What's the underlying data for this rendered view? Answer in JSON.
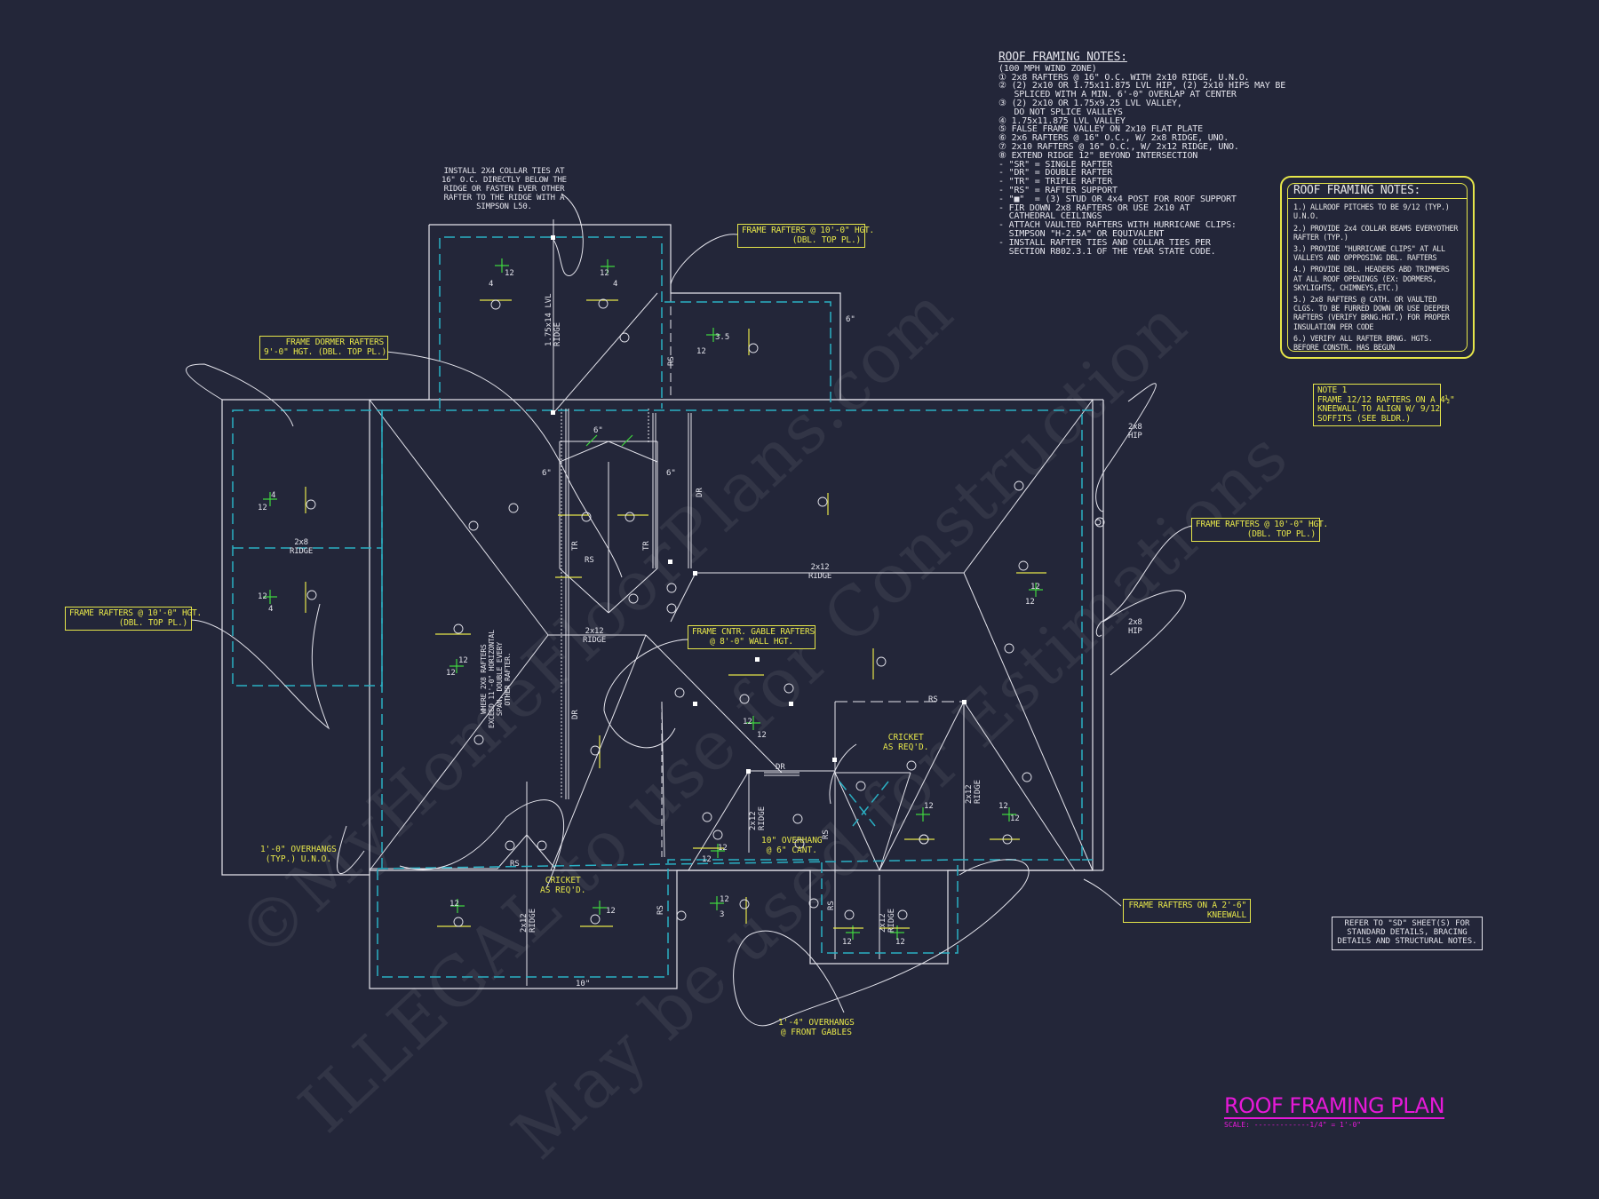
{
  "drawing": {
    "title": "ROOF FRAMING PLAN",
    "scale": "SCALE: -------------1/4\" = 1'-0\"",
    "watermarks": [
      "©MyHomeFloorPlans.com",
      "ILLEGAL to use for Construction",
      "May be used for Estimations"
    ]
  },
  "notes_main": {
    "title": "ROOF FRAMING NOTES:",
    "lines": [
      "(100 MPH WIND ZONE)",
      "① 2x8 RAFTERS @ 16\" O.C. WITH 2x10 RIDGE, U.N.O.",
      "② (2) 2x10 OR 1.75x11.875 LVL HIP, (2) 2x10 HIPS MAY BE",
      "   SPLICED WITH A MIN. 6'-0\" OVERLAP AT CENTER",
      "③ (2) 2x10 OR 1.75x9.25 LVL VALLEY,",
      "   DO NOT SPLICE VALLEYS",
      "④ 1.75x11.875 LVL VALLEY",
      "⑤ FALSE FRAME VALLEY ON 2x10 FLAT PLATE",
      "⑥ 2x6 RAFTERS @ 16\" O.C., W/ 2x8 RIDGE, UNO.",
      "⑦ 2x10 RAFTERS @ 16\" O.C., W/ 2x12 RIDGE, UNO.",
      "⑧ EXTEND RIDGE 12\" BEYOND INTERSECTION",
      "- \"SR\" = SINGLE RAFTER",
      "- \"DR\" = DOUBLE RAFTER",
      "- \"TR\" = TRIPLE RAFTER",
      "- \"RS\" = RAFTER SUPPORT",
      "- \"■\"  = (3) STUD OR 4x4 POST FOR ROOF SUPPORT",
      "- FIR DOWN 2x8 RAFTERS OR USE 2x10 AT",
      "  CATHEDRAL CEILINGS",
      "- ATTACH VAULTED RAFTERS WITH HURRICANE CLIPS:",
      "  SIMPSON \"H-2.5A\" OR EQUIVALENT",
      "- INSTALL RAFTER TIES AND COLLAR TIES PER",
      "  SECTION R802.3.1 OF THE YEAR STATE CODE."
    ]
  },
  "notes_box": {
    "title": "ROOF FRAMING NOTES:",
    "items": [
      "1.) ALLROOF PITCHES TO BE  9/12 (TYP.) U.N.O.",
      "2.) PROVIDE 2x4 COLLAR BEAMS EVERYOTHER RAFTER (TYP.)",
      "3.) PROVIDE \"HURRICANE CLIPS\" AT ALL VALLEYS AND OPPPOSING DBL. RAFTERS",
      "4.) PROVIDE DBL. HEADERS ABD TRIMMERS AT ALL ROOF OPENINGS (EX: DORMERS, SKYLIGHTS, CHIMNEYS,ETC.)",
      "5.) 2x8 RAFTERS @ CATH. OR VAULTED CLGS. TO BE FURRED DOWN OR USE DEEPER RAFTERS (VERIFY BRNG.HGT.) FOR PROPER INSULATION PER CODE",
      "6.) VERIFY ALL RAFTER BRNG. HGTS. BEFORE CONSTR. HAS BEGUN"
    ]
  },
  "callouts": {
    "rafters_top": "FRAME RAFTERS @ 10'-0\" HGT.\n(DBL. TOP PL.)",
    "dormer": "FRAME DORMER RAFTERS\n9'-0\" HGT. (DBL. TOP PL.)",
    "rafters_left": "FRAME RAFTERS @ 10'-0\" HGT.\n(DBL. TOP PL.)",
    "rafters_right": "FRAME RAFTERS @ 10'-0\" HGT.\n(DBL. TOP PL.)",
    "gable": "FRAME CNTR. GABLE RAFTERS\n@ 8'-0\" WALL HGT.",
    "note1": "NOTE 1\nFRAME 12/12 RAFTERS ON A 4½\"\nKNEEWALL TO ALIGN W/ 9/12\nSOFFITS (SEE BLDR.)",
    "kneewall": "FRAME RAFTERS ON A 2'-6\"\nKNEEWALL"
  },
  "labels": {
    "collar_ties": "INSTALL 2X4 COLLAR TIES AT\n16\" O.C. DIRECTLY BELOW THE\nRIDGE OR FASTEN EVER OTHER\nRAFTER TO THE RIDGE WITH A\nSIMPSON L50.",
    "overhang_typ": "1'-0\" OVERHANGS\n(TYP.) U.N.O.",
    "cricket_1": "CRICKET\nAS REQ'D.",
    "cricket_2": "CRICKET\nAS REQ'D.",
    "overhang_10": "10\" OVERHANG\n@ 6\" CANT.",
    "overhang_front": "1'-4\" OVERHANGS\n@ FRONT GABLES",
    "refer": "REFER TO \"SD\" SHEET(S) FOR\nSTANDARD DETAILS, BRACING\nDETAILS AND STRUCTURAL NOTES.",
    "where_2x8": "WHERE 2X8 RAFTERS\nEXCEED 11'-0\" HORIZONTAL\nSPAN, DOUBLE EVERY\nOTHER RAFTER.",
    "ridge_left": "2x8\nRIDGE",
    "ridge_center": "2x12\nRIDGE",
    "ridge_mid": "2x12\nRIDGE",
    "hip_top": "2x8\nHIP",
    "hip_bottom": "2x8\nHIP",
    "lvl_ridge": "1.75x14 LVL\nRIDGE",
    "ridge_v1": "2x12\nRIDGE",
    "ridge_v2": "2x12\nRIDGE",
    "ridge_v3": "2x12\nRIDGE",
    "ridge_v4": "2x12\nRIDGE"
  },
  "marks": {
    "rs": "RS",
    "dr": "DR",
    "tr": "TR",
    "pitch12": "12",
    "pitch4": "4",
    "pitch35": "3.5",
    "pitch3": "3",
    "dim6": "6\"",
    "dim10": "10\""
  },
  "colors": {
    "background": "#232639",
    "lines": "#e4e4ec",
    "dashed": "#2ab0c4",
    "callout": "#e6e64a",
    "pitch": "#3fd63f",
    "title": "#e619d8"
  }
}
